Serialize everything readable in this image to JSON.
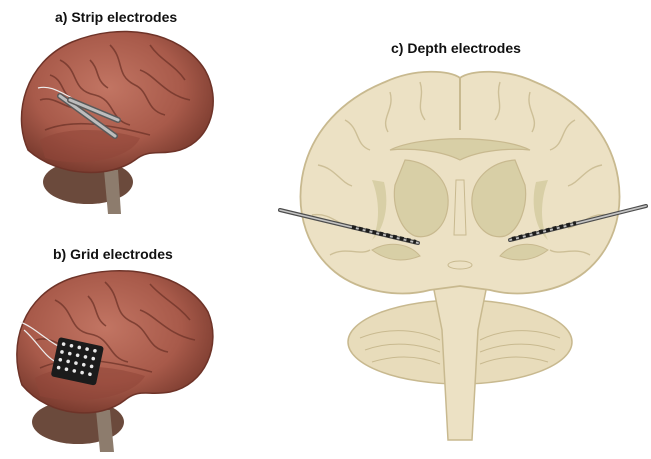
{
  "panels": {
    "a": {
      "label": "a) Strip electrodes"
    },
    "b": {
      "label": "b) Grid electrodes"
    },
    "c": {
      "label": "c) Depth electrodes"
    }
  },
  "colors": {
    "brain_surface": "#a85a4a",
    "brain_shadow": "#6e3328",
    "slice_tissue": "#ece1c4",
    "slice_outline": "#c8b98f",
    "deep_nuclei": "#d8cfa6",
    "electrode_shaft": "#8a8a8a",
    "electrode_contact": "#1d1d1d",
    "grid_pad": "#1b1b1b"
  }
}
